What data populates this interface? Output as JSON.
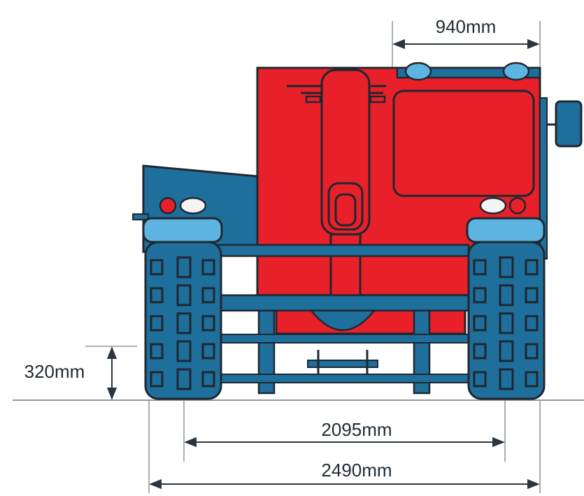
{
  "dimensions": {
    "cab_width": "940mm",
    "ground_clearance": "320mm",
    "track_width": "2095mm",
    "overall_width": "2490mm"
  },
  "colors": {
    "body_red": "#e8202a",
    "frame_blue": "#1f6f9c",
    "light_blue": "#5db4e0",
    "outline": "#1f2730",
    "background": "#ffffff"
  }
}
